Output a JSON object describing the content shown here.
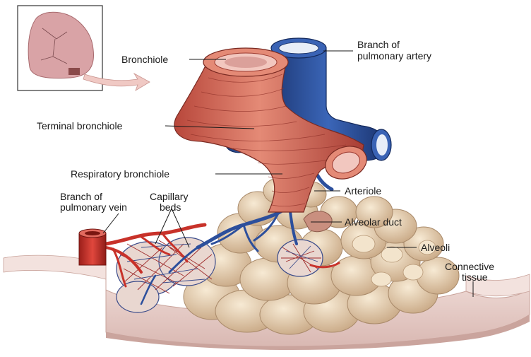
{
  "labels": {
    "bronchiole": "Bronchiole",
    "branch_pulmonary_artery_line1": "Branch of",
    "branch_pulmonary_artery_line2": "pulmonary artery",
    "terminal_bronchiole": "Terminal bronchiole",
    "respiratory_bronchiole": "Respiratory bronchiole",
    "arteriole": "Arteriole",
    "branch_pulmonary_vein_line1": "Branch of",
    "branch_pulmonary_vein_line2": "pulmonary vein",
    "capillary_beds_line1": "Capillary",
    "capillary_beds_line2": "beds",
    "alveolar_duct": "Alveolar duct",
    "alveoli": "Alveoli",
    "connective_tissue_line1": "Connective",
    "connective_tissue_line2": "tissue"
  },
  "colors": {
    "bronchiole_muscle": "#d9705e",
    "bronchiole_lumen": "#e8a7a3",
    "artery_blue": "#2c4f9c",
    "vein_red": "#c8322a",
    "alveoli_tan": "#ead3b3",
    "connective_tissue": "#f0dcd8",
    "lung_inset": "#d8a0a0"
  }
}
